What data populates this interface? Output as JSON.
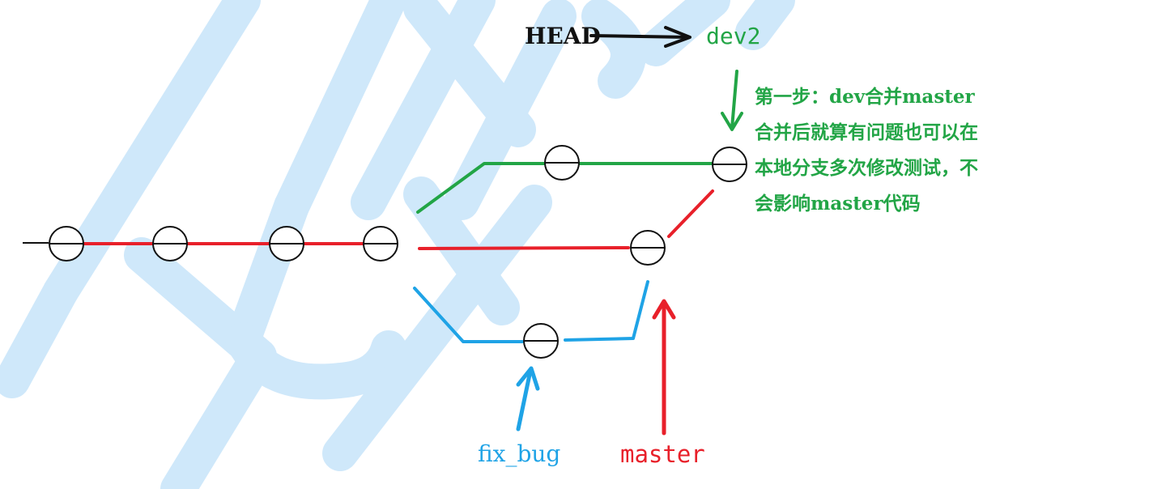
{
  "colors": {
    "watermark": "#CFE8FA",
    "black": "#111111",
    "green": "#22A546",
    "red": "#E8202A",
    "blue": "#1FA3E6"
  },
  "labels": {
    "head": "HEAD",
    "dev2": "dev2",
    "fix_bug": "fix_bug",
    "master": "master"
  },
  "notes": {
    "step": "第一步：dev合并master",
    "lines": [
      "合并后就算有问题也可以在",
      "本地分支多次修改测试，不",
      "会影响master代码"
    ]
  }
}
